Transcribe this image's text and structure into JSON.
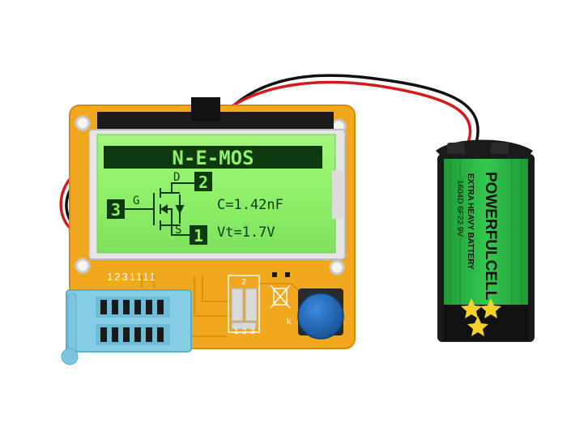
{
  "lcd": {
    "header": "N-E-MOS",
    "pin_top": "2",
    "pin_left": "3",
    "pin_bottom": "1",
    "label_d": "D",
    "label_g": "G",
    "label_s": "S",
    "capacitance": "C=1.42nF",
    "threshold": "Vt=1.7V"
  },
  "pcb": {
    "socket_pins": "1231111",
    "pad_top": "2",
    "pad_1": "1",
    "pad_2": "2",
    "pad_3": "3",
    "button_label": "k"
  },
  "battery": {
    "brand": "POWERFULCELL",
    "tagline": "EXTRA HEAVY BATTERY",
    "spec": "1604D 6F22 9V"
  },
  "colors": {
    "pcb": "#f2a81e",
    "lcd": "#8ff06a",
    "lcd_text": "#0f3a0f",
    "battery": "#2fbf48",
    "button": "#1e67b8",
    "socket": "#86cde6"
  }
}
